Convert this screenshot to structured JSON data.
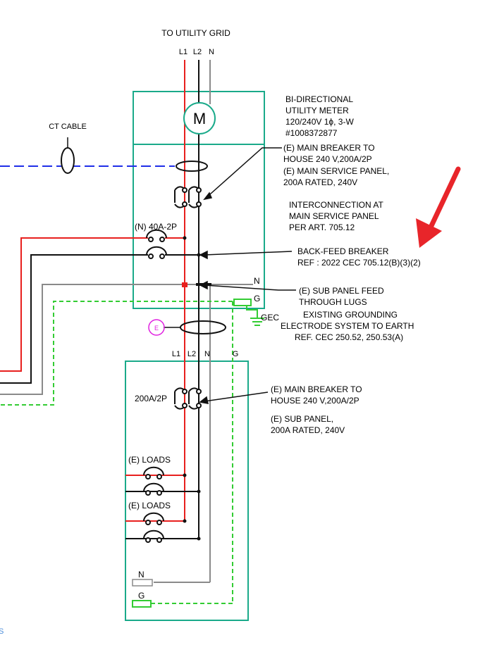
{
  "colors": {
    "enclosure": "#1aaa8a",
    "line1": "#e8201e",
    "line2": "#111111",
    "neutral": "#8a8a8a",
    "ground": "#33cc33",
    "ct_cable": "#1f2ee8",
    "electrode_marker": "#e020e0",
    "arrow": "#e8252a"
  },
  "labels": {
    "utility_grid": "TO UTILITY GRID",
    "top_l1": "L1",
    "top_l2": "L2",
    "top_n": "N",
    "meter_symbol": "M",
    "meter_1": "BI-DIRECTIONAL",
    "meter_2": "UTILITY METER",
    "meter_3": "120/240V 1ϕ, 3-W",
    "meter_4": "#1008372877",
    "main_breaker_1": "(E) MAIN BREAKER TO",
    "main_breaker_2": "HOUSE 240 V,200A/2P",
    "main_panel_1": "(E) MAIN SERVICE PANEL,",
    "main_panel_2": "200A RATED, 240V",
    "interconnect_1": "INTERCONNECTION AT",
    "interconnect_2": "MAIN SERVICE PANEL",
    "interconnect_3": "PER ART. 705.12",
    "ct_cable": "CT CABLE",
    "breaker_40a": "(N) 40A-2P",
    "backfeed_1": "BACK-FEED BREAKER",
    "backfeed_2": "REF : 2022 CEC 705.12(B)(3)(2)",
    "panel_n": "N",
    "panel_g": "G",
    "subfeed_1": "(E) SUB PANEL FEED",
    "subfeed_2": "THROUGH LUGS",
    "gec": "GEC",
    "grounding_1": "EXISTING GROUNDING",
    "grounding_2": "ELECTRODE SYSTEM TO EARTH",
    "grounding_3": "REF. CEC 250.52, 250.53(A)",
    "electrode": "E",
    "sub_l1": "L1",
    "sub_l2": "L2",
    "sub_n": "N",
    "sub_g": "G",
    "sub_breaker_rating": "200A/2P",
    "sub_main_1": "(E) MAIN BREAKER TO",
    "sub_main_2": "HOUSE 240 V,200A/2P",
    "sub_panel_1": "(E) SUB PANEL,",
    "sub_panel_2": "200A RATED, 240V",
    "loads_1": "(E) LOADS",
    "loads_2": "(E) LOADS",
    "bar_n": "N",
    "bar_g": "G",
    "edge_mark": "S"
  }
}
